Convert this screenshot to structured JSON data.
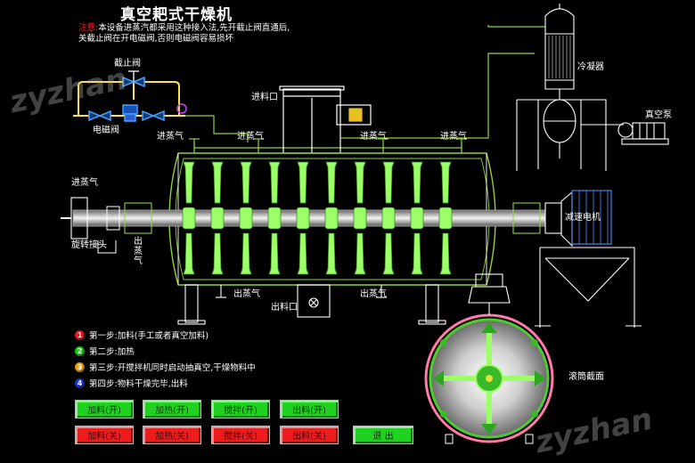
{
  "title": "真空耙式干燥机",
  "note": {
    "prefix": "注意:",
    "text": "本设备进蒸汽都采用这种接入法,先开截止阀直通后,关截止阀在开电磁阀,否则电磁阀容易损坏"
  },
  "labels": {
    "stop_valve": "截止阀",
    "solenoid_valve": "电磁阀",
    "feed_port": "进料口",
    "condenser": "冷凝器",
    "vacuum_pump": "真空泵",
    "steam_in_1": "进蒸气",
    "steam_in_2": "进蒸气",
    "steam_in_3": "进蒸气",
    "steam_in_4": "进蒸气",
    "steam_in_left": "进蒸气",
    "rotary_joint": "旋转接头",
    "steam_out_side": "出蒸气",
    "steam_out_1": "出蒸气",
    "steam_out_2": "出蒸气",
    "discharge_port": "出料口",
    "reducer_motor": "减速电机",
    "drum_section": "滚筒截面"
  },
  "steps": [
    {
      "num": "1",
      "color": "#e81818",
      "text": "第一步:加料(手工或者真空加料)"
    },
    {
      "num": "2",
      "color": "#18c818",
      "text": "第二步:加热"
    },
    {
      "num": "3",
      "color": "#f0a010",
      "text": "第三步:开搅拌机同时启动抽真空,干燥物料中"
    },
    {
      "num": "4",
      "color": "#1838d8",
      "text": "第四步:物料干燥完毕,出料"
    }
  ],
  "buttons_on": [
    "加料(开)",
    "加热(开)",
    "搅拌(开)",
    "出料(开)"
  ],
  "buttons_off": [
    "加料(关)",
    "加热(关)",
    "搅拌(关)",
    "出料(关)"
  ],
  "exit_label": "退 出",
  "watermark": "zyzhan",
  "colors": {
    "line_green": "#8fd23a",
    "line_white": "#ffffff",
    "paddle_green": "#9cff6a",
    "drum_pink": "#ff7aa8"
  }
}
